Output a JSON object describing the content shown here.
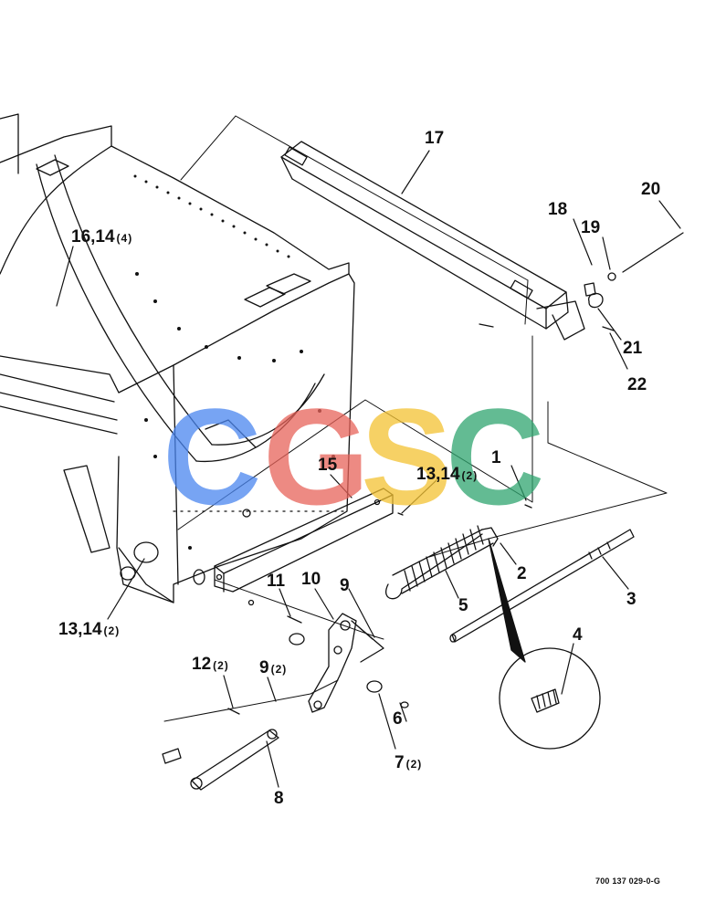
{
  "watermark": {
    "letters": [
      "C",
      "G",
      "S",
      "C"
    ],
    "colors": [
      "#4a86f0",
      "#e8635a",
      "#f3c232",
      "#2fa56f"
    ]
  },
  "callouts": [
    {
      "id": "17",
      "text": "17",
      "qty": ""
    },
    {
      "id": "20",
      "text": "20",
      "qty": ""
    },
    {
      "id": "18",
      "text": "18",
      "qty": ""
    },
    {
      "id": "19",
      "text": "19",
      "qty": ""
    },
    {
      "id": "16-14",
      "text": "16,14",
      "qty": "(4)"
    },
    {
      "id": "21",
      "text": "21",
      "qty": ""
    },
    {
      "id": "22",
      "text": "22",
      "qty": ""
    },
    {
      "id": "1",
      "text": "1",
      "qty": ""
    },
    {
      "id": "15",
      "text": "15",
      "qty": ""
    },
    {
      "id": "13-14-top",
      "text": "13,14",
      "qty": "(2)"
    },
    {
      "id": "2",
      "text": "2",
      "qty": ""
    },
    {
      "id": "3",
      "text": "3",
      "qty": ""
    },
    {
      "id": "11",
      "text": "11",
      "qty": ""
    },
    {
      "id": "10",
      "text": "10",
      "qty": ""
    },
    {
      "id": "9-top",
      "text": "9",
      "qty": ""
    },
    {
      "id": "5",
      "text": "5",
      "qty": ""
    },
    {
      "id": "13-14-left",
      "text": "13,14",
      "qty": "(2)"
    },
    {
      "id": "4",
      "text": "4",
      "qty": ""
    },
    {
      "id": "12",
      "text": "12",
      "qty": "(2)"
    },
    {
      "id": "9-bottom",
      "text": "9",
      "qty": "(2)"
    },
    {
      "id": "6",
      "text": "6",
      "qty": ""
    },
    {
      "id": "7",
      "text": "7",
      "qty": "(2)"
    },
    {
      "id": "8",
      "text": "8",
      "qty": ""
    }
  ],
  "document_number": "700 137 029-0-G"
}
